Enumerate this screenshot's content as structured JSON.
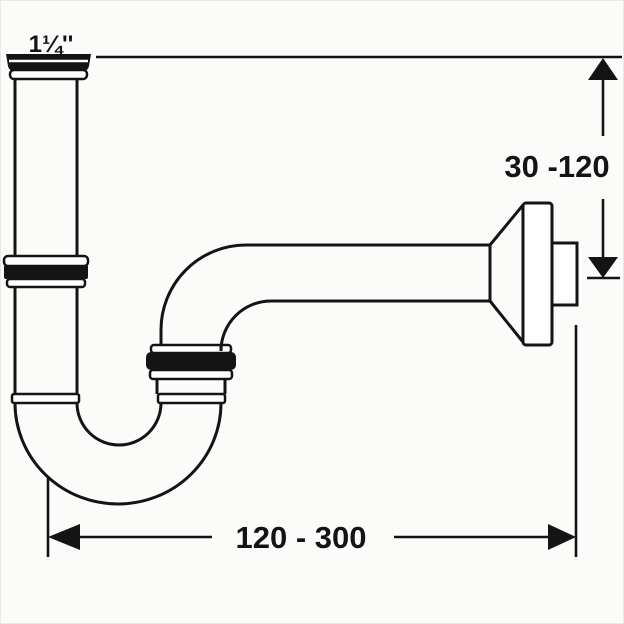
{
  "diagram": {
    "type": "technical-drawing",
    "subject": "pipe-trap-siphon-with-wall-outlet",
    "labels": {
      "inlet_size": "1¼''",
      "vertical_dimension": "30 -120",
      "horizontal_dimension": "120 - 300"
    },
    "colors": {
      "line": "#141414",
      "background": "#fbfbf9",
      "fill": "#ffffff"
    }
  }
}
